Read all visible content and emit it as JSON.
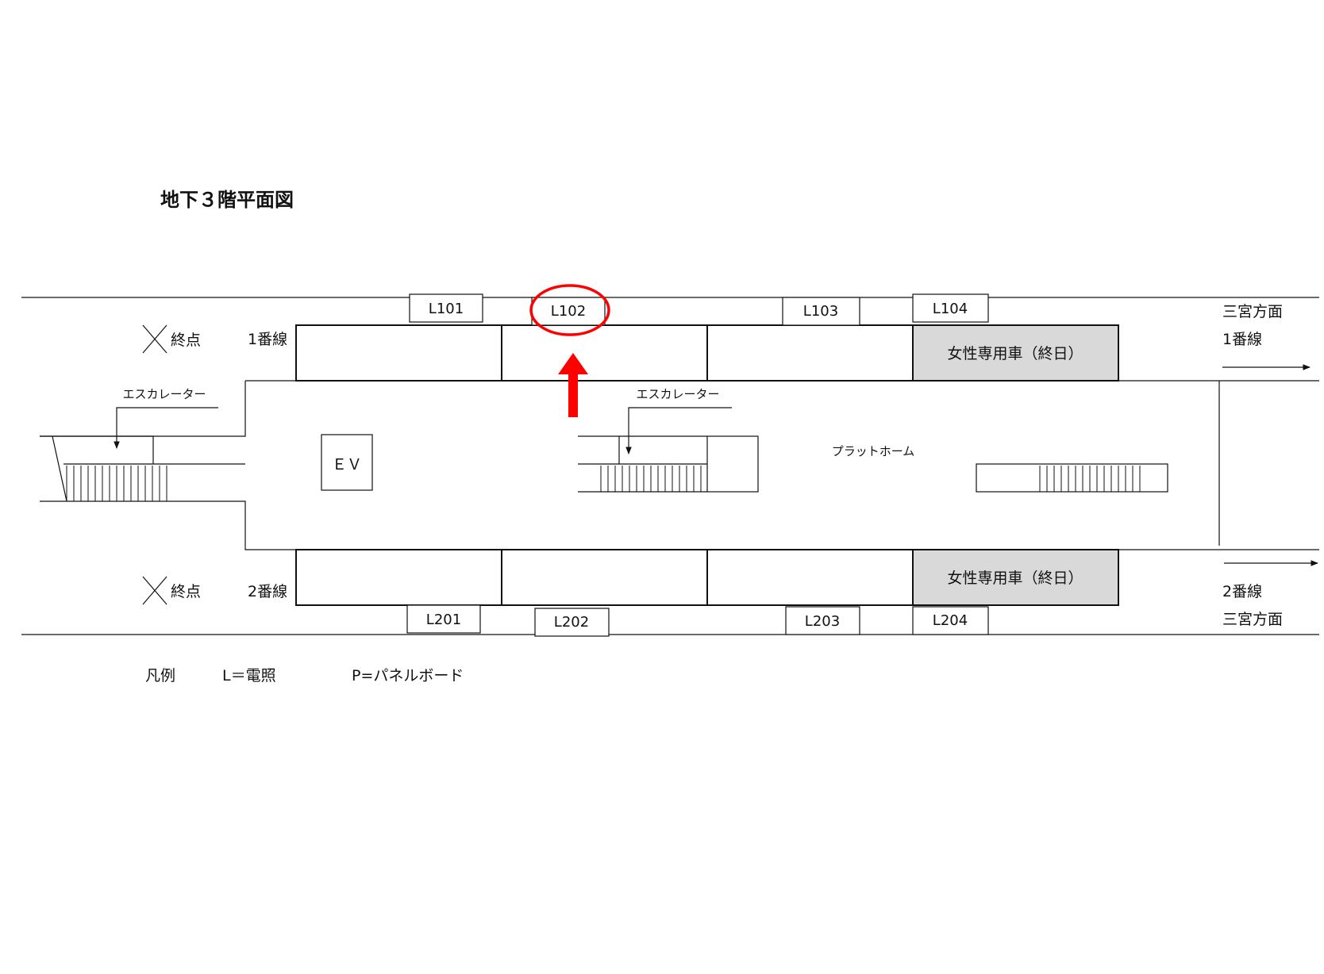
{
  "title": "地下３階平面図",
  "track1": {
    "terminal": "終点",
    "line": "1番線",
    "destination": "三宮方面",
    "line_right": "1番線",
    "women_car": "女性専用車（終日）"
  },
  "track2": {
    "terminal": "終点",
    "line": "2番線",
    "destination": "三宮方面",
    "line_right": "2番線",
    "women_car": "女性専用車（終日）"
  },
  "platform_label": "プラットホーム",
  "elevator": "ＥＶ",
  "escalator_left": "エスカレーター",
  "escalator_center": "エスカレーター",
  "lights_top": [
    "L101",
    "L102",
    "L103",
    "L104"
  ],
  "lights_bottom": [
    "L201",
    "L202",
    "L203",
    "L204"
  ],
  "legend": {
    "title": "凡例",
    "l": "L＝電照",
    "p": "P=パネルボード"
  },
  "colors": {
    "women_car_fill": "#d9d9d9",
    "highlight": "#ff0000"
  },
  "highlighted": "L102"
}
